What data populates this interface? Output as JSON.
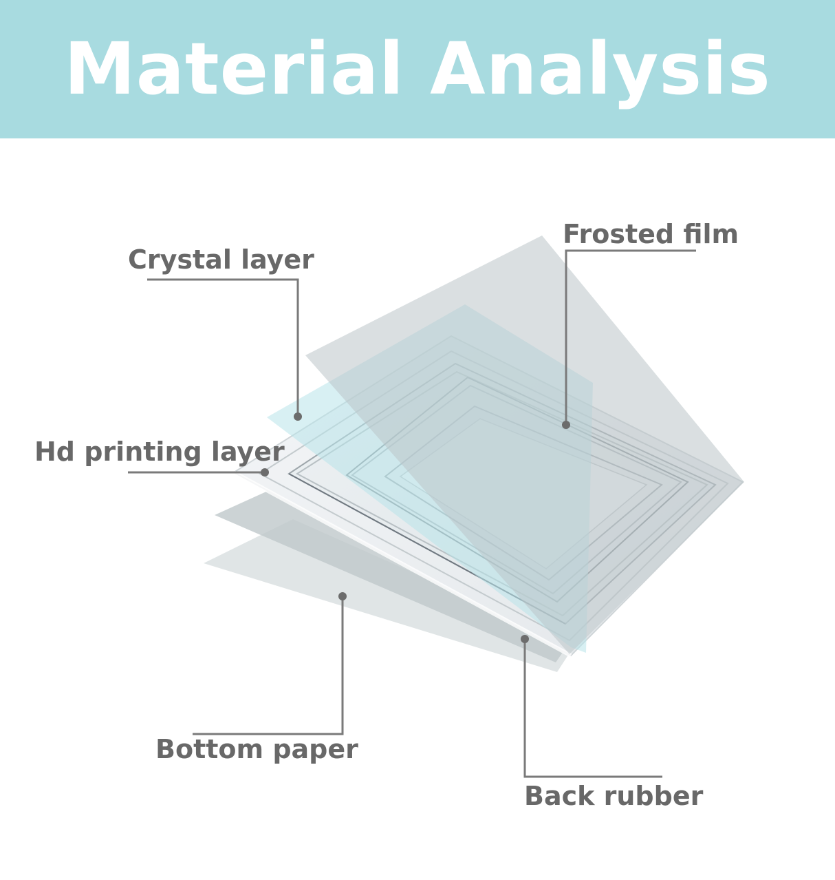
{
  "header": {
    "title": "Material Analysis",
    "background_color": "#a8dbe0"
  },
  "layers": {
    "frosted_film": "Frosted film",
    "crystal_layer": "Crystal layer",
    "hd_printing_layer": "Hd printing layer",
    "bottom_paper": "Bottom paper",
    "back_rubber": "Back rubber"
  },
  "colors": {
    "label_text": "#686868",
    "leader_line": "#7a7a7a",
    "crystal_tint": "#bfe7ec",
    "frosted_tint": "#c9d0d2"
  }
}
